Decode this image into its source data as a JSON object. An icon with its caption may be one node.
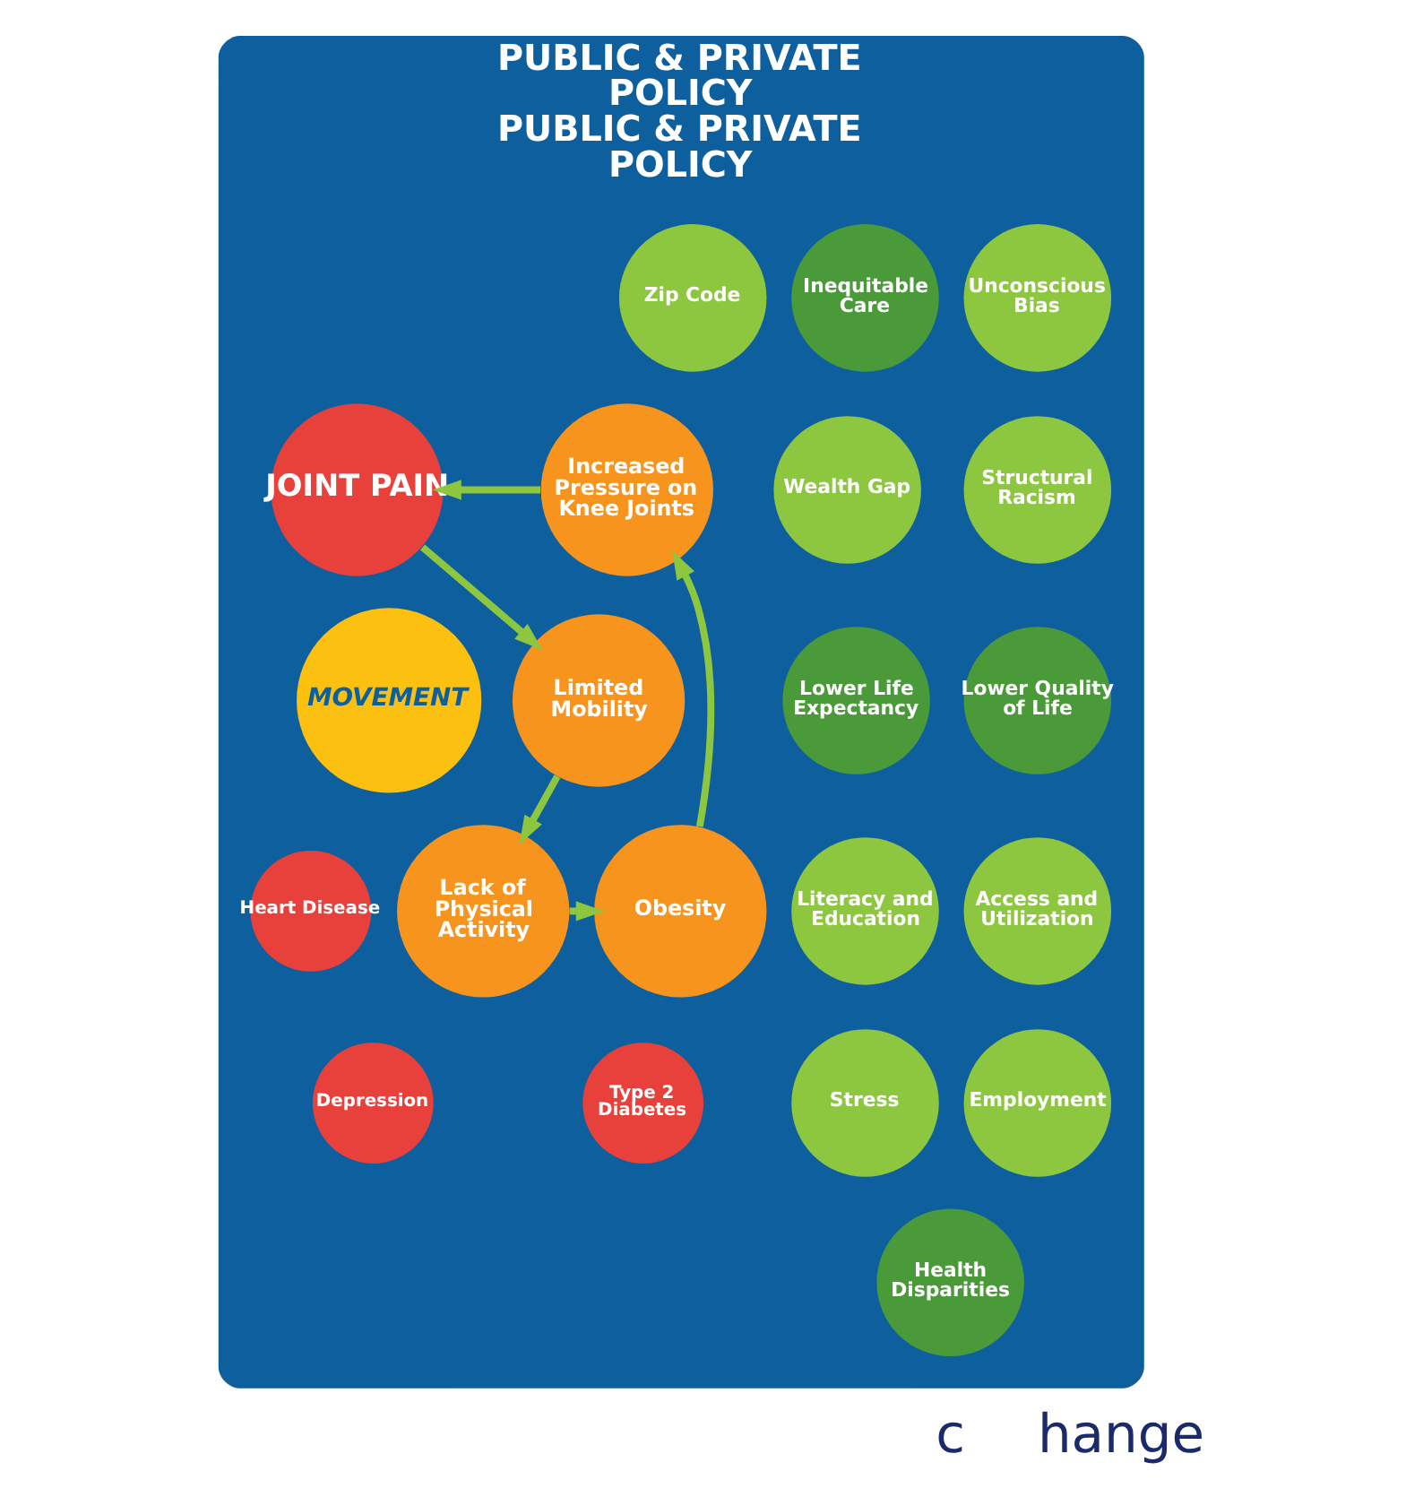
{
  "diagram": {
    "nodes": [
      {
        "text": [
          "PUBLIC & PRIVATE POLICY",
          "PUBLIC & PRIVATE POLICY"
        ]
      },
      {
        "text": [
          "Inequitable Care"
        ],
        "in": 0
      },
      {
        "text": [
          "Zip Code"
        ],
        "in": 0
      },
      {
        "text": [
          "Wealth Gap"
        ],
        "in": 0
      },
      {
        "text": [
          "Lower Life Expectancy"
        ],
        "in": 0
      },
      {
        "text": [
          "Literacy and Education"
        ],
        "in": 0
      },
      {
        "text": [
          "Stress"
        ],
        "in": 0
      },
      {
        "text": [
          "Health Disparities"
        ],
        "in": 0
      },
      {
        "text": [
          "Employment"
        ],
        "in": 0
      },
      {
        "text": [
          "Access and Utilization"
        ],
        "in": 0
      },
      {
        "text": [
          "Lower Quality of Life"
        ],
        "in": 0
      },
      {
        "text": [
          "Structural Racism"
        ],
        "in": 0
      },
      {
        "text": [
          "Unconscious Bias"
        ],
        "in": 0
      },
      {
        "text": [
          "JOINT PAIN"
        ],
        "in": 0
      },
      {
        "text": [
          "Limited Mobility"
        ],
        "in": 0
      },
      {
        "text": [
          "Lack of Physical Activity"
        ],
        "in": 0
      },
      {
        "text": [
          "Obesity"
        ],
        "in": 0
      },
      {
        "text": [
          "Increased Pressure on Knee Joints"
        ],
        "in": 0
      },
      {
        "text": [
          "MOVEMENT"
        ],
        "in": 0
      },
      {
        "text": [
          "Heart Disease"
        ],
        "in": 0
      },
      {
        "text": [
          "Type 2 Diabetes"
        ],
        "in": 0
      },
      {
        "text": [
          "Depression"
        ],
        "in": 0
      }
    ],
    "edges": [
      {
        "from": 13,
        "to": 14,
        "arrow": "to"
      },
      {
        "from": 14,
        "to": 15,
        "arrow": "to"
      },
      {
        "from": 15,
        "to": 16,
        "arrow": "to"
      },
      {
        "from": 16,
        "to": 17,
        "arrow": "to"
      },
      {
        "from": 17,
        "to": 13,
        "arrow": "to"
      }
    ],
    "labels": [
      "c",
      "hange"
    ]
  }
}
